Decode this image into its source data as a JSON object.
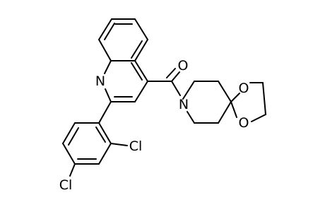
{
  "molecule": {
    "atoms": {
      "n_quinoline": "N",
      "o_carbonyl": "O",
      "n_piperidine": "N",
      "o_ring_top": "O",
      "o_ring_bottom": "O",
      "cl_ortho": "Cl",
      "cl_para": "Cl"
    },
    "colors": {
      "bond": "#000000",
      "label": "#000000",
      "background": "#ffffff"
    }
  }
}
